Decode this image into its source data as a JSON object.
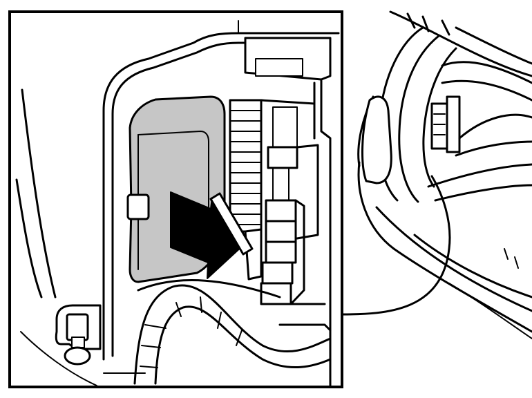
{
  "colors": {
    "line": "#000000",
    "background": "#ffffff",
    "panel_fill": "#c6c6c6",
    "arrow_fill": "#000000"
  },
  "illustration": {
    "inset_frame": "detail-view",
    "callout": "connector-to-vehicle-view",
    "direction_arrow": "arrow-pointing-down-right"
  }
}
